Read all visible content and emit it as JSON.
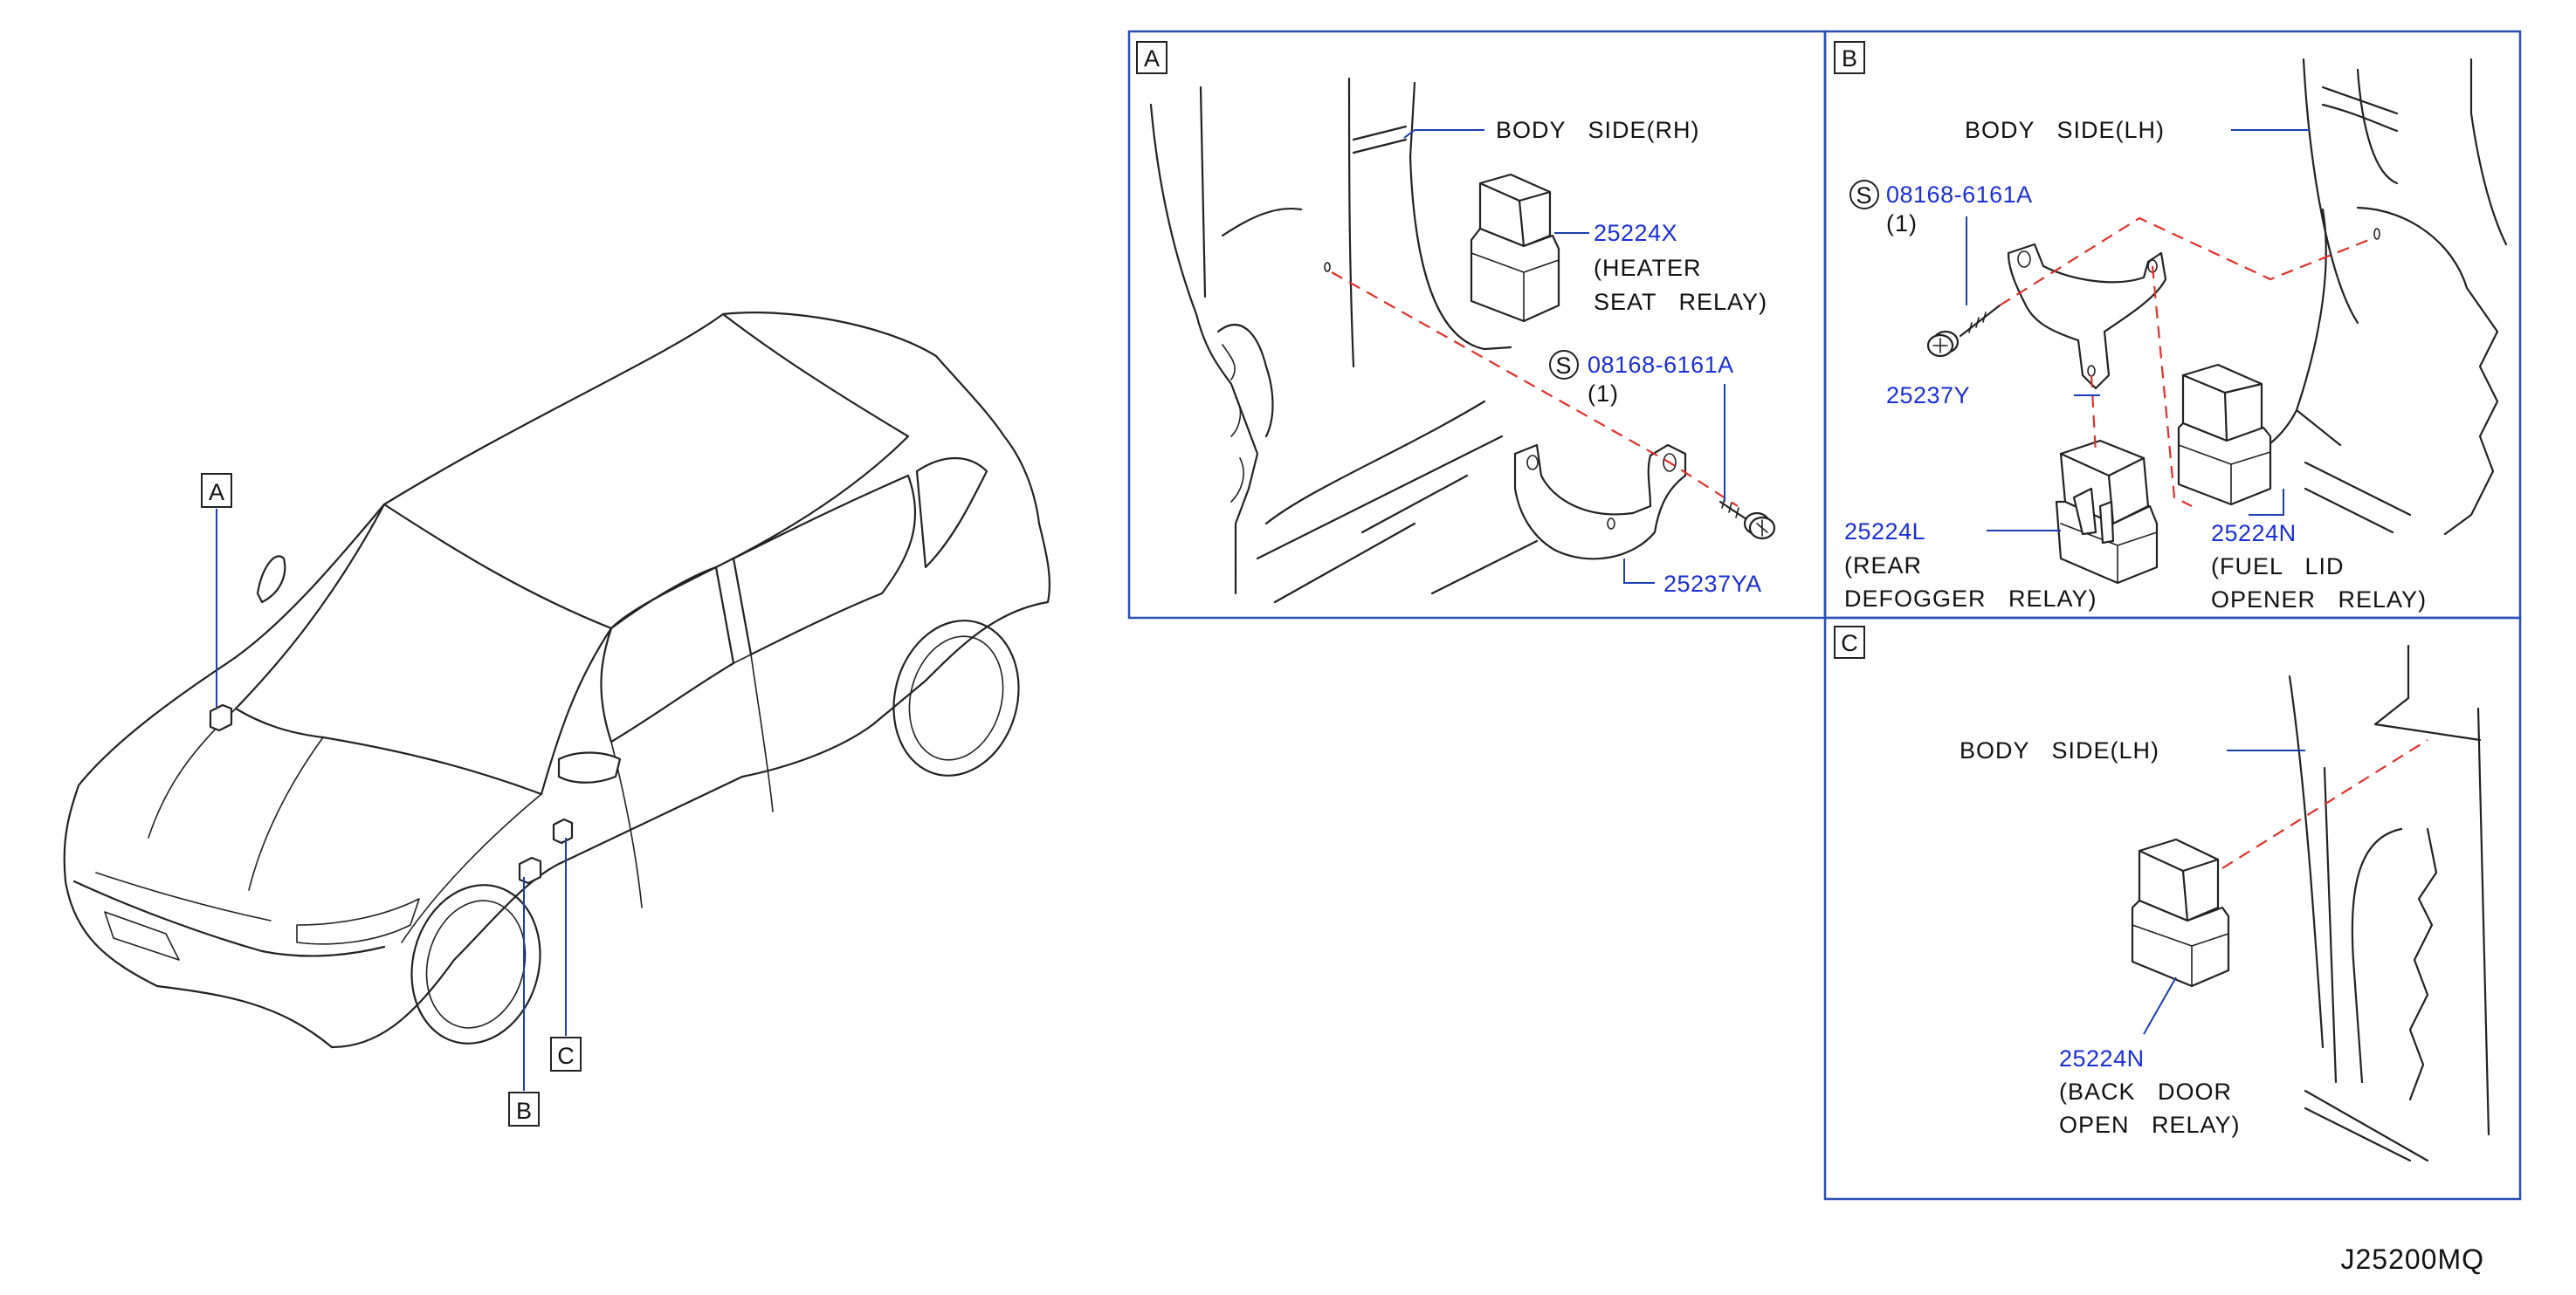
{
  "diagram_code": "J25200MQ",
  "colors": {
    "frame": "#2b4fb5",
    "part_number": "#1a2fd6",
    "leader": "#1a3fb0",
    "dashed_guide": "#e0302a",
    "line": "#222222"
  },
  "overview": {
    "callouts": [
      {
        "letter": "A"
      },
      {
        "letter": "B"
      },
      {
        "letter": "C"
      }
    ]
  },
  "panel_a": {
    "tag": "A",
    "body_label": "BODY   SIDE(RH)",
    "relay_part": "25224X",
    "relay_desc_1": "(HEATER",
    "relay_desc_2": "SEAT   RELAY)",
    "screw_symbol": "S",
    "screw_part": "08168-6161A",
    "screw_qty": "(1)",
    "bracket_part": "25237YA"
  },
  "panel_b": {
    "tag": "B",
    "body_label": "BODY   SIDE(LH)",
    "screw_symbol": "S",
    "screw_part": "08168-6161A",
    "screw_qty": "(1)",
    "bracket_part": "25237Y",
    "rear_relay_part": "25224L",
    "rear_relay_desc_1": "(REAR",
    "rear_relay_desc_2": "DEFOGGER   RELAY)",
    "fuel_relay_part": "25224N",
    "fuel_relay_desc_1": "(FUEL   LID",
    "fuel_relay_desc_2": "OPENER   RELAY)"
  },
  "panel_c": {
    "tag": "C",
    "body_label": "BODY   SIDE(LH)",
    "relay_part": "25224N",
    "relay_desc_1": "(BACK   DOOR",
    "relay_desc_2": "OPEN   RELAY)"
  }
}
